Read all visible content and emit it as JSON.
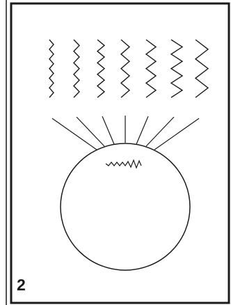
{
  "figure": {
    "panel_number": "2",
    "wave_count": 7,
    "ray_count": 7,
    "colors": {
      "stroke": "#1a1a1a",
      "background": "#ffffff"
    }
  }
}
